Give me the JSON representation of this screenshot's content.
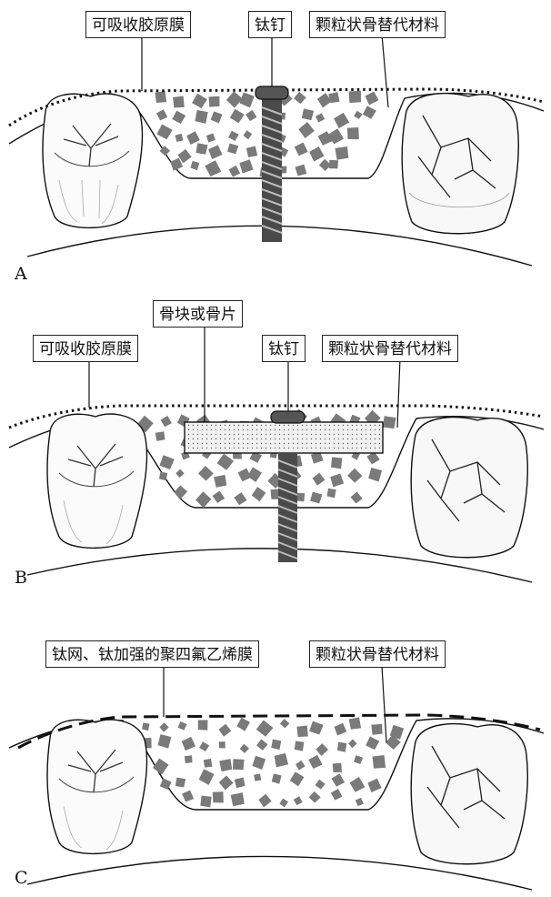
{
  "panels": [
    {
      "id": "A",
      "label": "A",
      "labels": {
        "membrane": "可吸收胶原膜",
        "screw": "钛钉",
        "graft": "颗粒状骨替代材料"
      }
    },
    {
      "id": "B",
      "label": "B",
      "labels": {
        "block": "骨块或骨片",
        "membrane": "可吸收胶原膜",
        "screw": "钛钉",
        "graft": "颗粒状骨替代材料"
      }
    },
    {
      "id": "C",
      "label": "C",
      "labels": {
        "mesh": "钛网、钛加强的聚四氟乙烯膜",
        "graft": "颗粒状骨替代材料"
      }
    }
  ],
  "colors": {
    "line": "#111111",
    "granule": "#7a7a7a",
    "screw": "#4a4a4a",
    "block_fill": "#f1f1f1"
  }
}
